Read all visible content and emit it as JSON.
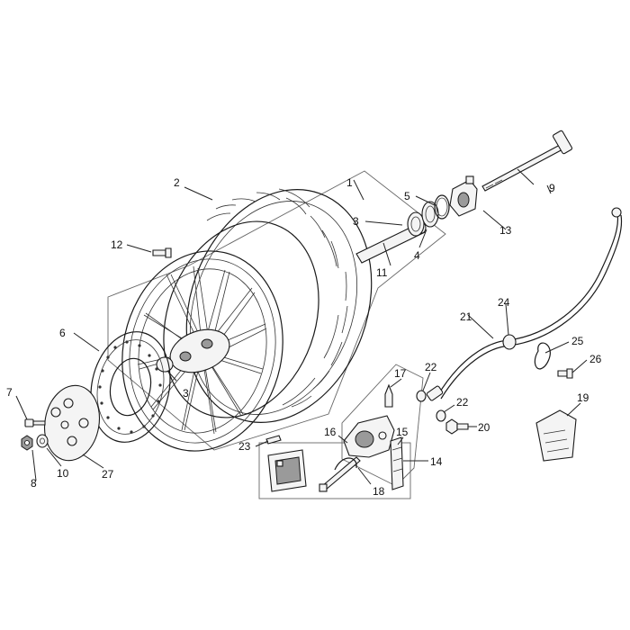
{
  "callouts": [
    {
      "id": "c1",
      "label": "1"
    },
    {
      "id": "c2",
      "label": "2"
    },
    {
      "id": "c3a",
      "label": "3"
    },
    {
      "id": "c3b",
      "label": "3"
    },
    {
      "id": "c4",
      "label": "4"
    },
    {
      "id": "c5",
      "label": "5"
    },
    {
      "id": "c6",
      "label": "6"
    },
    {
      "id": "c7",
      "label": "7"
    },
    {
      "id": "c8",
      "label": "8"
    },
    {
      "id": "c9",
      "label": "9"
    },
    {
      "id": "c10",
      "label": "10"
    },
    {
      "id": "c11",
      "label": "11"
    },
    {
      "id": "c12",
      "label": "12"
    },
    {
      "id": "c13",
      "label": "13"
    },
    {
      "id": "c14",
      "label": "14"
    },
    {
      "id": "c15",
      "label": "15"
    },
    {
      "id": "c16",
      "label": "16"
    },
    {
      "id": "c17",
      "label": "17"
    },
    {
      "id": "c18",
      "label": "18"
    },
    {
      "id": "c19",
      "label": "19"
    },
    {
      "id": "c20",
      "label": "20"
    },
    {
      "id": "c21",
      "label": "21"
    },
    {
      "id": "c22a",
      "label": "22"
    },
    {
      "id": "c22b",
      "label": "22"
    },
    {
      "id": "c23",
      "label": "23"
    },
    {
      "id": "c24",
      "label": "24"
    },
    {
      "id": "c25",
      "label": "25"
    },
    {
      "id": "c26",
      "label": "26"
    },
    {
      "id": "c27",
      "label": "27"
    }
  ]
}
